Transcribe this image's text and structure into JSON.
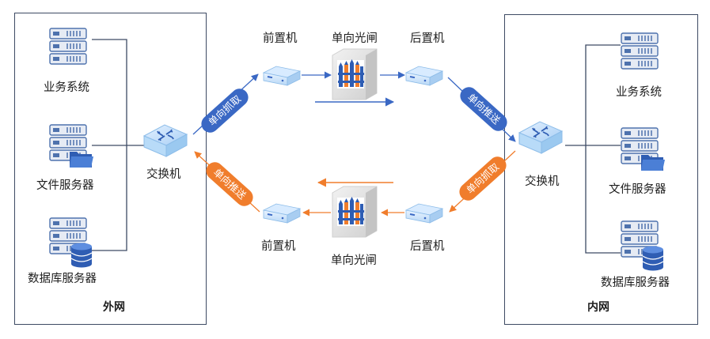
{
  "zones": {
    "outer_network": "外网",
    "inner_network": "内网"
  },
  "outer": {
    "business_system": "业务系统",
    "file_server": "文件服务器",
    "database_server": "数据库服务器",
    "switch": "交换机"
  },
  "inner": {
    "business_system": "业务系统",
    "file_server": "文件服务器",
    "database_server": "数据库服务器",
    "switch": "交换机"
  },
  "top_path": {
    "front_machine": "前置机",
    "gate": "单向光闸",
    "rear_machine": "后置机",
    "left_pill": "单向抓取",
    "right_pill": "单向推送"
  },
  "bottom_path": {
    "front_machine": "前置机",
    "gate": "单向光闸",
    "rear_machine": "后置机",
    "left_pill": "单向推送",
    "right_pill": "单向抓取"
  },
  "colors": {
    "blue": "#3a68c4",
    "orange": "#f07d2c",
    "server_body": "#e6ebf4",
    "server_accent": "#4e72ad",
    "border": "#3d4a63"
  }
}
